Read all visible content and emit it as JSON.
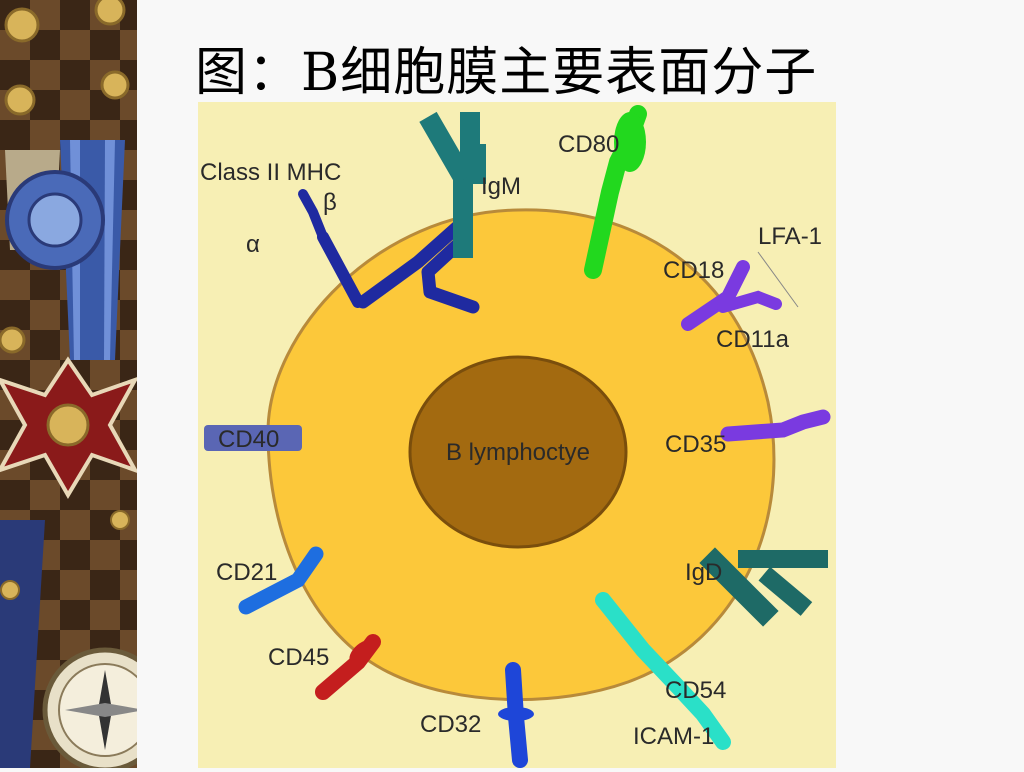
{
  "title": "图：B细胞膜主要表面分子",
  "sidebar": {
    "description": "decorative vintage medal and compass border"
  },
  "diagram": {
    "background_color": "#f7efb4",
    "cell_color": "#fcc83a",
    "nucleus_color": "#a36a10",
    "nucleus_label": "B lymphoctye",
    "labels": {
      "mhc": "Class II MHC",
      "beta": "β",
      "alpha": "α",
      "igm": "IgM",
      "cd80": "CD80",
      "lfa1": "LFA-1",
      "cd18": "CD18",
      "cd11a": "CD11a",
      "cd35": "CD35",
      "cd40": "CD40",
      "igd": "IgD",
      "cd21": "CD21",
      "cd45": "CD45",
      "cd54": "CD54",
      "icam1": "ICAM-1",
      "cd32": "CD32"
    },
    "colors": {
      "mhc": "#1f2aa0",
      "igm": "#1e7a7a",
      "cd80": "#22d81e",
      "cd18": "#7a3ae0",
      "cd35": "#7a3ae0",
      "cd40": "#5a66b4",
      "igd": "#1e6a66",
      "cd21": "#1e6ee0",
      "cd45": "#c41e1e",
      "cd54": "#2ae0c8",
      "cd32": "#1e46d8"
    }
  }
}
